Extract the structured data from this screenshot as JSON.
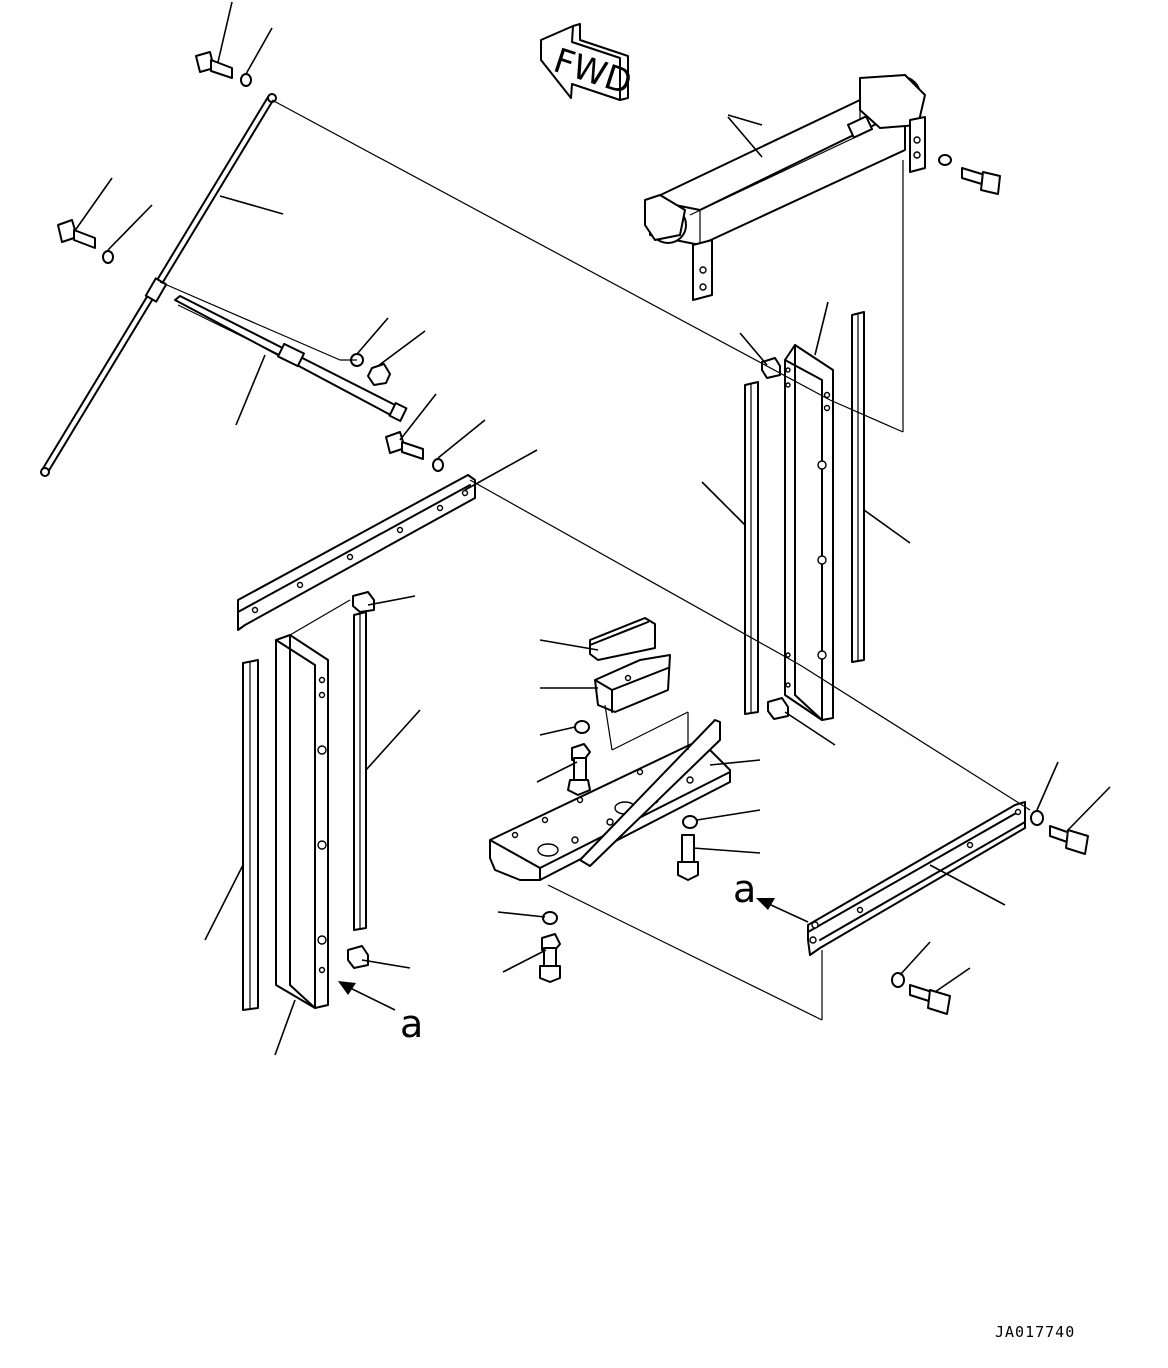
{
  "diagram": {
    "direction_label": "FWD",
    "view_marker_label": "a",
    "drawing_code": "JA017740"
  }
}
